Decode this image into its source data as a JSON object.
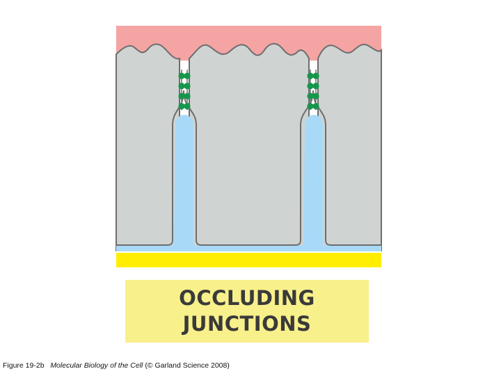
{
  "diagram": {
    "colors": {
      "lumen": "#f4a4a3",
      "cell": "#cfd3d2",
      "membrane": "#6d6d6d",
      "intercellular_space": "#a8daf7",
      "basal_space": "#a8daf7",
      "basal_lamina": "#ffee00",
      "junction_protein": "#15974b",
      "label_background": "#f8f08a"
    },
    "junction_count": 2,
    "junction_protein_beads_per_junction": 4
  },
  "label": {
    "line1": "OCCLUDING",
    "line2": "JUNCTIONS"
  },
  "caption": {
    "figure_ref": "Figure 19-2b",
    "book_title": "Molecular Biology of the Cell",
    "copyright": "(© Garland Science 2008)"
  }
}
